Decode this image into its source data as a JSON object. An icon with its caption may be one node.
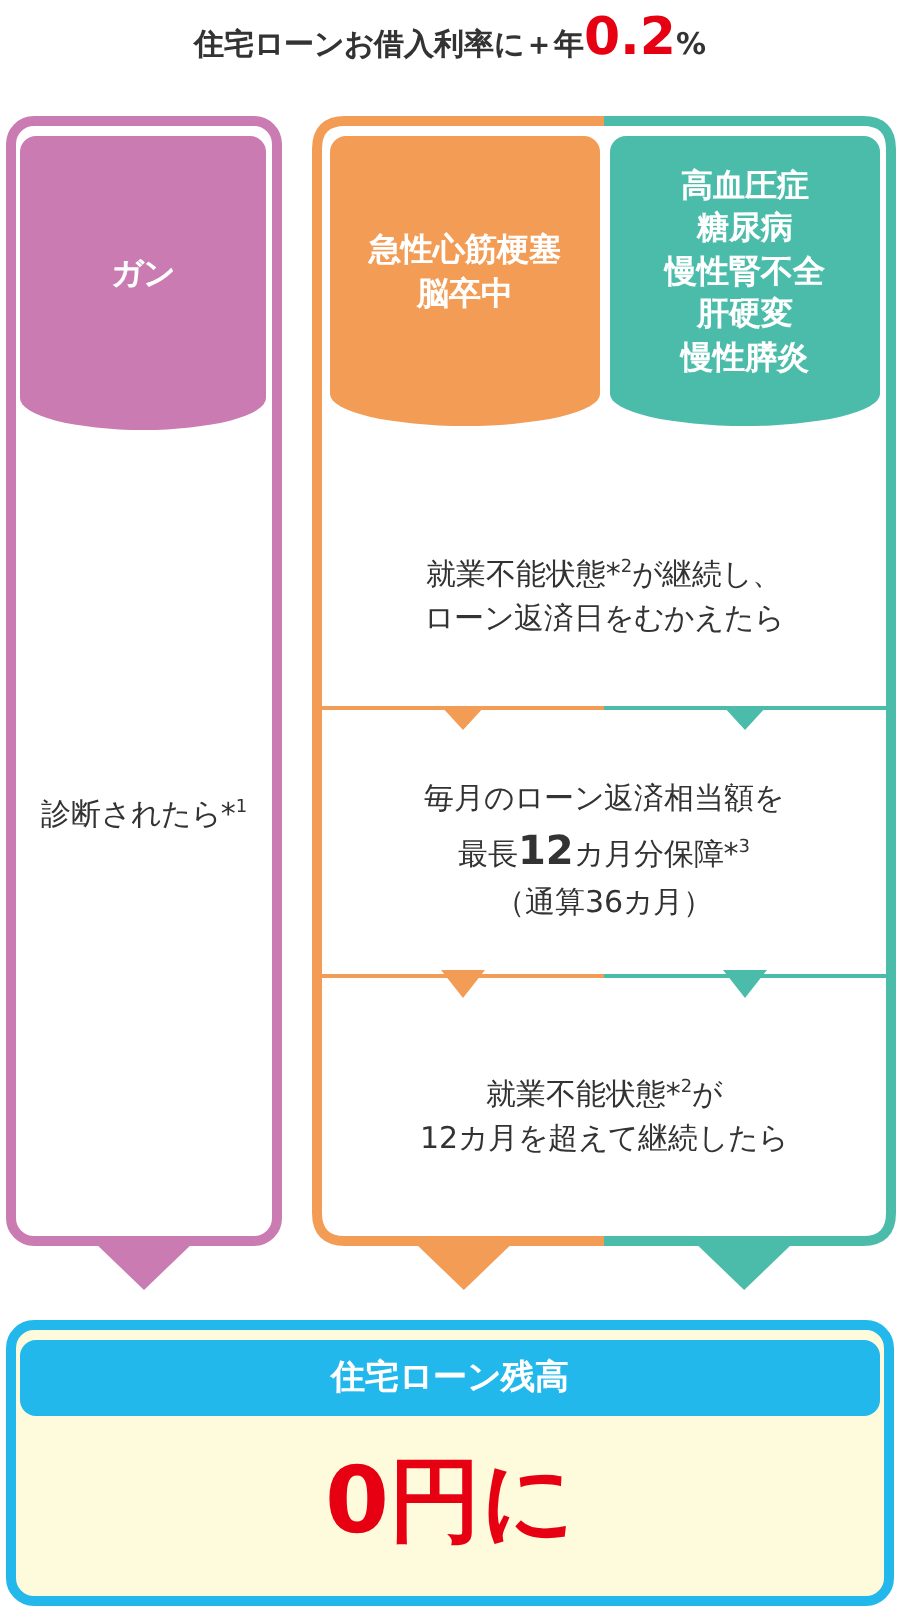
{
  "diagram": {
    "title": "住宅ローンお借入利率に＋年**0.2**%",
    "nodes": [
      {
        "text": [
          "診断されたら*$^{1}$"
        ]
      },
      {
        "text": [
          "ガン"
        ],
        "in": 0
      },
      {
        "text": [],
        "shape": "box"
      },
      {
        "text": [
          "急性心筋梗塞脳卒中"
        ],
        "in": 2
      },
      {
        "text": [
          "高血圧症糖尿病慢性腎不全肝硬変慢性膵炎"
        ],
        "in": 2
      },
      {
        "text": [
          "就業不能状態*$^{2}$が継続し、ローン返済日をむかえたら"
        ],
        "in": 2
      },
      {
        "text": [
          "毎月のローン返済相当額を最長**12**カ月分保障*$^{3}$（通算36カ月）"
        ],
        "in": 2
      },
      {
        "text": [
          "就業不能状態*$^{2}$が12カ月を超えて継続したら"
        ],
        "in": 2
      },
      {
        "text": [
          "住宅ローン残高",
          "0円に"
        ]
      }
    ],
    "edges": [
      {
        "from": 0,
        "to": 8,
        "arrow": "to",
        "color": "#c97bb2"
      },
      {
        "from": 2,
        "to": 8,
        "arrow": "to",
        "color": "#f39c55"
      },
      {
        "from": 2,
        "to": 8,
        "arrow": "to",
        "color": "#4bbcaa"
      },
      {
        "from": 5,
        "to": 6,
        "arrow": "to",
        "color": "#f39c55"
      },
      {
        "from": 5,
        "to": 6,
        "arrow": "to",
        "color": "#4bbcaa"
      },
      {
        "from": 6,
        "to": 7,
        "arrow": "to",
        "color": "#f39c55"
      },
      {
        "from": 6,
        "to": 7,
        "arrow": "to",
        "color": "#4bbcaa"
      }
    ]
  }
}
